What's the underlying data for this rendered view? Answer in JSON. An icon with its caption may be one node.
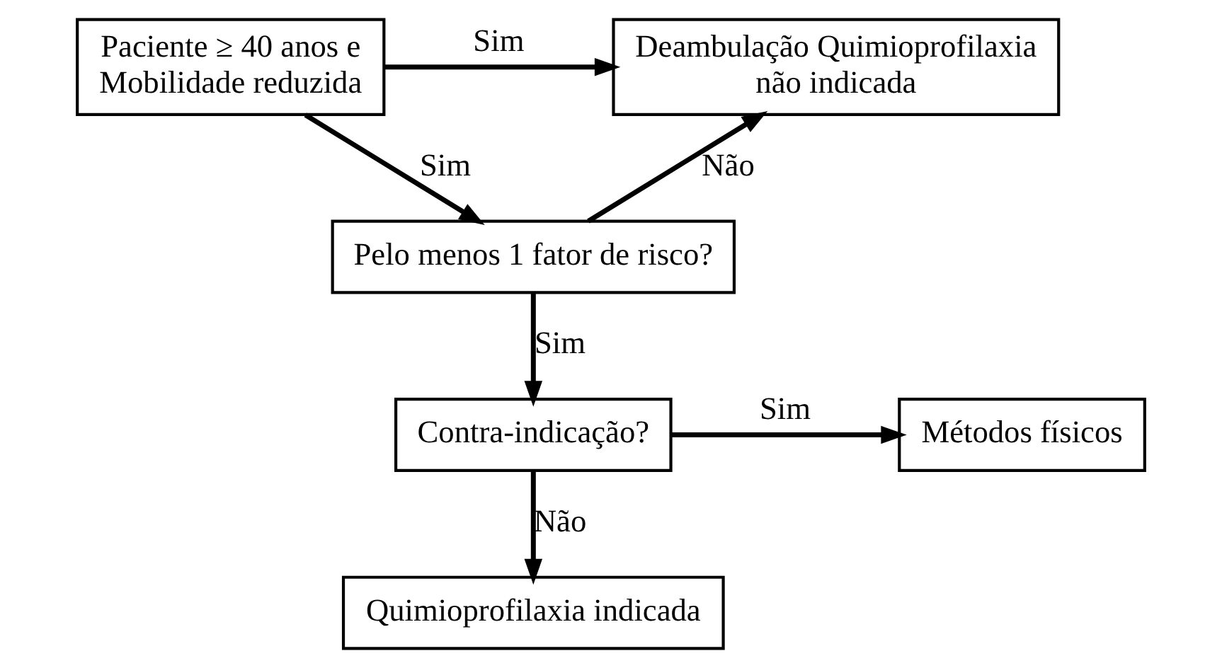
{
  "diagram": {
    "nodes": [
      {
        "text": [
          "Paciente ≥ 40 anos e Mobilidade reduzida"
        ]
      },
      {
        "text": [
          "Deambulação Quimioprofilaxia não indicada"
        ]
      },
      {
        "text": [
          "Pelo menos 1 fator de risco?"
        ]
      },
      {
        "text": [
          "Contra-indicação?"
        ]
      },
      {
        "text": [
          "Métodos físicos"
        ]
      },
      {
        "text": [
          "Quimioprofilaxia indicada"
        ]
      }
    ],
    "edges": [
      {
        "from": 0,
        "to": 1,
        "arrow": "to",
        "label": "Sim"
      },
      {
        "from": 0,
        "to": 2,
        "arrow": "to",
        "label": "Sim"
      },
      {
        "from": 2,
        "to": 1,
        "arrow": "to",
        "label": "Não"
      },
      {
        "from": 2,
        "to": 3,
        "arrow": "to",
        "label": "Sim"
      },
      {
        "from": 3,
        "to": 4,
        "arrow": "to",
        "label": "Sim"
      },
      {
        "from": 3,
        "to": 5,
        "arrow": "to",
        "label": "Não"
      }
    ]
  }
}
